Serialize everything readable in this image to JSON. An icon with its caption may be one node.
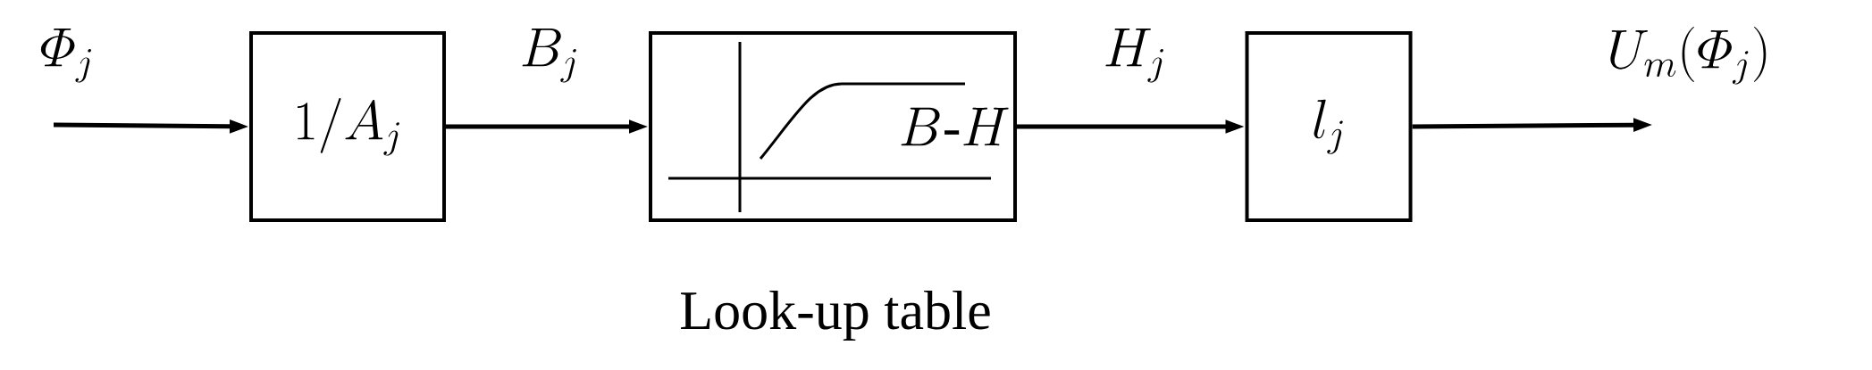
{
  "diagram": {
    "nodes": [
      {
        "text": [
          "1/A_j"
        ]
      },
      {
        "text": [
          "B\\text{-}H"
        ],
        "beside": [
          "Look-up table"
        ]
      },
      {
        "text": [
          "l_j"
        ]
      }
    ],
    "edges": [
      {
        "from": null,
        "to": 0,
        "arrow": "to",
        "label": "\\varPhi_j"
      },
      {
        "from": 0,
        "to": 1,
        "arrow": "to",
        "label": "B_j"
      },
      {
        "from": 1,
        "to": 2,
        "arrow": "to",
        "label": "H_j"
      },
      {
        "from": 2,
        "to": null,
        "arrow": "to",
        "label": "U_m(\\varPhi_j)"
      }
    ]
  }
}
